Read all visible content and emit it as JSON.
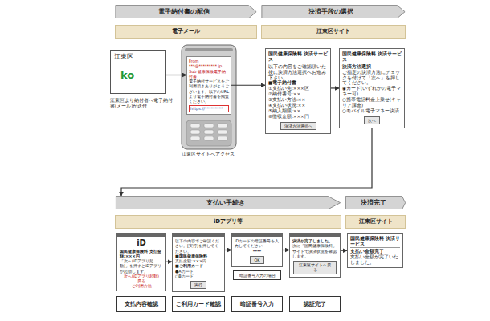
{
  "diagram": {
    "nodes": [
      {
        "text": [
          "電子納付書の配信"
        ]
      },
      {
        "text": [
          "決済手段の選択"
        ]
      },
      {
        "text": [
          "電子メール"
        ]
      },
      {
        "text": [
          "江東区サイト"
        ]
      },
      {
        "text": [
          "江東区"
        ]
      },
      {
        "text": [
          "From ***@*********.jp",
          "Sub 健康保険電子納付書",
          "電子納付サービスをご利用頂きありがとうございます。以下のURLより電子納付書を閲覧ください。",
          "https://*********"
        ]
      },
      {
        "text": [
          "国民健康保険料 決済サービス",
          "以下の内容をご確認頂いた後に決済方法選択へお進み下さい。",
          "■電子納付書",
          "①支払い先:×××区",
          "②納付番号:××",
          "③支払い方法:××",
          "④支払い状況:××",
          "⑤納入期限:××",
          "⑥徴収金額:×××円"
        ]
      },
      {
        "text": [
          "決済方法選択へ"
        ],
        "in": 6
      },
      {
        "text": [
          "国民健康保険料 決済サービス",
          "決済方法選択",
          "ご指定の決済方法にチェックを付けて「次へ」を押してください。",
          "◉カード(いずれかの電子マネー可)",
          "○携帯電話料金上乗せ(キャリア課金)",
          "○モバイル電子マネー決済"
        ]
      },
      {
        "text": [
          "次へ"
        ],
        "in": 8
      },
      {
        "text": [
          "支払い手続き"
        ]
      },
      {
        "text": [
          "決済完了"
        ]
      },
      {
        "text": [
          "iDアプリ等"
        ]
      },
      {
        "text": [
          "江東区サイト"
        ]
      },
      {
        "text": [
          "iD",
          "国民健康保険料 支払金額:×××円",
          "「次へ(iDアプリ起動)」を押すとiDアプリが起動します。",
          "次へ(iDアプリ起動)",
          "戻る",
          "ご利用方法"
        ]
      },
      {
        "text": [
          "以下の内容でご確認ください。[実行]を押してください。",
          "■国民健康保険料",
          "支払金額:×××円",
          "■ご利用カード",
          "●Aカード",
          "○Bカード"
        ]
      },
      {
        "text": [
          "実行"
        ],
        "in": 15
      },
      {
        "text": [
          "iDカードの暗証番号を入力してください",
          "****"
        ]
      },
      {
        "text": [
          "OK"
        ],
        "in": 17
      },
      {
        "text": [
          "決済が完了しました。",
          "次に「国民健康保険料」サイトで決済状況を確認します。"
        ]
      },
      {
        "text": [
          "江東区サイトへ戻る"
        ],
        "in": 19
      },
      {
        "text": [
          "国民健康保険料 決済サービス",
          "支払い金額完了",
          "支払い金額が完了いたしました。"
        ]
      },
      {
        "text": [
          "暗証番号入力の場合"
        ]
      },
      {
        "text": [
          "支払内容確認"
        ]
      },
      {
        "text": [
          "ご利用カード確認"
        ]
      },
      {
        "text": [
          "暗証番号入力"
        ]
      },
      {
        "text": [
          "認証完了"
        ]
      }
    ],
    "edges": [
      {
        "from": 4,
        "to": 5,
        "arrow": "to"
      },
      {
        "from": 5,
        "to": 6,
        "arrow": "to"
      },
      {
        "from": 6,
        "to": 8,
        "arrow": "to"
      },
      {
        "from": 8,
        "to": 10,
        "arrow": "to"
      },
      {
        "from": 14,
        "to": 15,
        "arrow": "to"
      },
      {
        "from": 15,
        "to": 17,
        "arrow": "to"
      },
      {
        "from": 17,
        "to": 19,
        "arrow": "to"
      },
      {
        "from": 19,
        "to": 21,
        "arrow": "to"
      }
    ],
    "labels": [
      "ko",
      "江東区より納付者へ電子納付書(メール)が送付",
      "江東区サイトへアクセス"
    ]
  }
}
